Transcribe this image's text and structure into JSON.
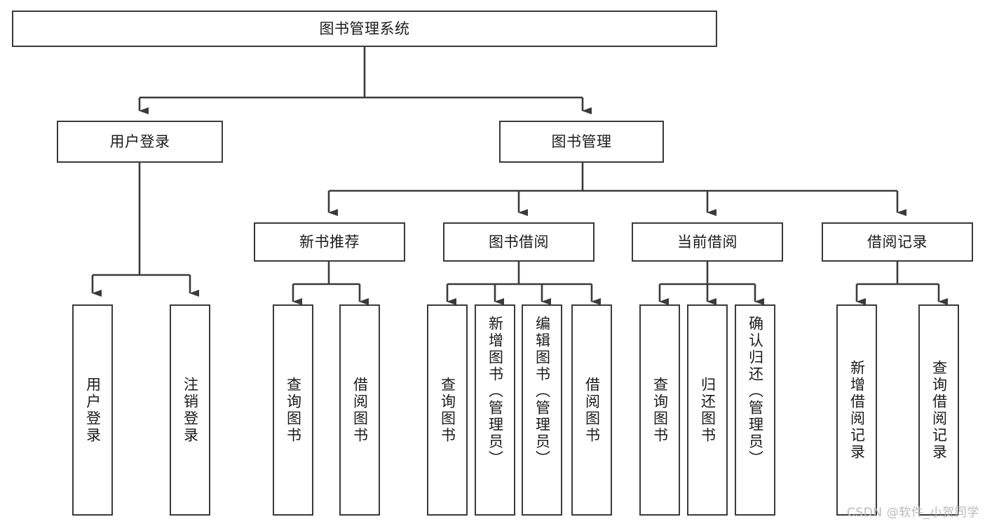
{
  "diagram": {
    "type": "tree-hierarchy-chart",
    "title": "图书管理系统",
    "root": {
      "id": "root",
      "label": "图书管理系统"
    },
    "level2": [
      {
        "id": "user-login",
        "label": "用户登录"
      },
      {
        "id": "book-management",
        "label": "图书管理"
      }
    ],
    "level3": [
      {
        "id": "new-book-recommend",
        "label": "新书推荐",
        "parent": "book-management"
      },
      {
        "id": "book-borrow",
        "label": "图书借阅",
        "parent": "book-management"
      },
      {
        "id": "current-borrow",
        "label": "当前借阅",
        "parent": "book-management"
      },
      {
        "id": "borrow-record",
        "label": "借阅记录",
        "parent": "book-management"
      }
    ],
    "leaves": {
      "user-login": [
        {
          "id": "leaf-user-login",
          "label": "用户登录"
        },
        {
          "id": "leaf-user-logout",
          "label": "注销登录"
        }
      ],
      "new-book-recommend": [
        {
          "id": "leaf-query-book-1",
          "label": "查询图书"
        },
        {
          "id": "leaf-borrow-book-1",
          "label": "借阅图书"
        }
      ],
      "book-borrow": [
        {
          "id": "leaf-query-book-2",
          "label": "查询图书"
        },
        {
          "id": "leaf-add-book",
          "label": "新增图书（管理员）"
        },
        {
          "id": "leaf-edit-book",
          "label": "编辑图书（管理员）"
        },
        {
          "id": "leaf-borrow-book-2",
          "label": "借阅图书"
        }
      ],
      "current-borrow": [
        {
          "id": "leaf-query-book-3",
          "label": "查询图书"
        },
        {
          "id": "leaf-return-book",
          "label": "归还图书"
        },
        {
          "id": "leaf-confirm-return",
          "label": "确认归还（管理员）"
        }
      ],
      "borrow-record": [
        {
          "id": "leaf-add-record",
          "label": "新增借阅记录"
        },
        {
          "id": "leaf-query-record",
          "label": "查询借阅记录"
        }
      ]
    },
    "watermark": "CSDN @软件_小贺同学",
    "colors": {
      "stroke": "#3a3a3a",
      "fill": "#ffffff",
      "text": "#1b1b1b",
      "watermark": "#b9b9b9"
    }
  }
}
